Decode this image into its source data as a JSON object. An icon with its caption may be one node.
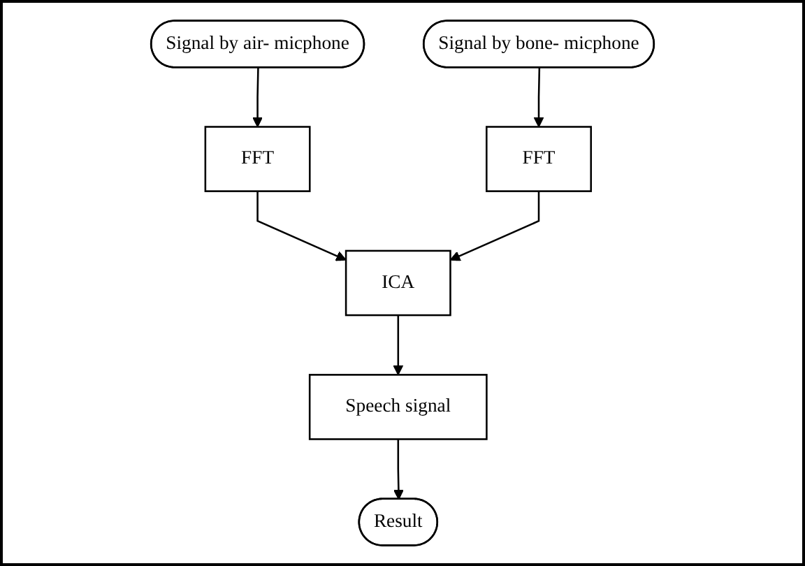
{
  "diagram": {
    "nodes": [
      {
        "text": [
          "Signal by air- micphone"
        ]
      },
      {
        "text": [
          "Signal by bone- micphone"
        ]
      },
      {
        "text": [
          "FFT"
        ]
      },
      {
        "text": [
          "FFT"
        ]
      },
      {
        "text": [
          "ICA"
        ]
      },
      {
        "text": [
          "Speech signal"
        ]
      },
      {
        "text": [
          "Result"
        ]
      }
    ],
    "edges": [
      {
        "from": 0,
        "to": 2,
        "arrow": "to"
      },
      {
        "from": 1,
        "to": 3,
        "arrow": "to"
      },
      {
        "from": 2,
        "to": 4,
        "arrow": "to"
      },
      {
        "from": 3,
        "to": 4,
        "arrow": "to"
      },
      {
        "from": 4,
        "to": 5,
        "arrow": "to"
      },
      {
        "from": 5,
        "to": 6,
        "arrow": "to"
      }
    ]
  }
}
